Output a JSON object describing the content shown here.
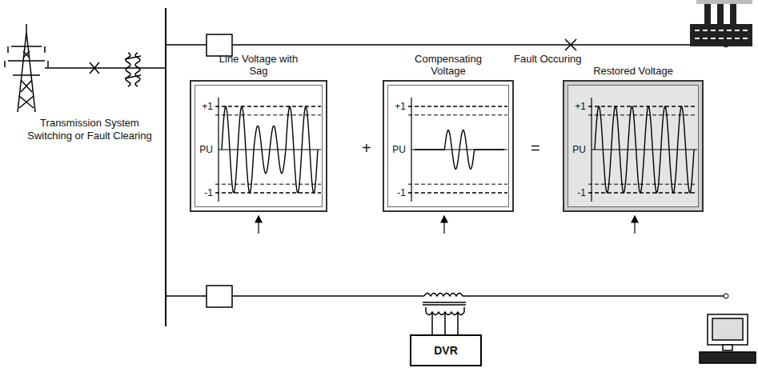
{
  "diagram": {
    "nodes": [
      {
        "text": [
          "Line Voltage with Sag",
          "+1",
          "PU",
          "-1"
        ]
      },
      {
        "text": [
          "Compensating Voltage",
          "+1",
          "PU",
          "-1"
        ]
      },
      {
        "text": [
          "Restored Voltage",
          "+1",
          "PU",
          "-1"
        ]
      },
      {
        "text": [
          "DVR"
        ]
      }
    ],
    "labels": [
      "Fault Occuring",
      "Transmission System Switching or Fault Clearing",
      "+",
      "="
    ]
  }
}
